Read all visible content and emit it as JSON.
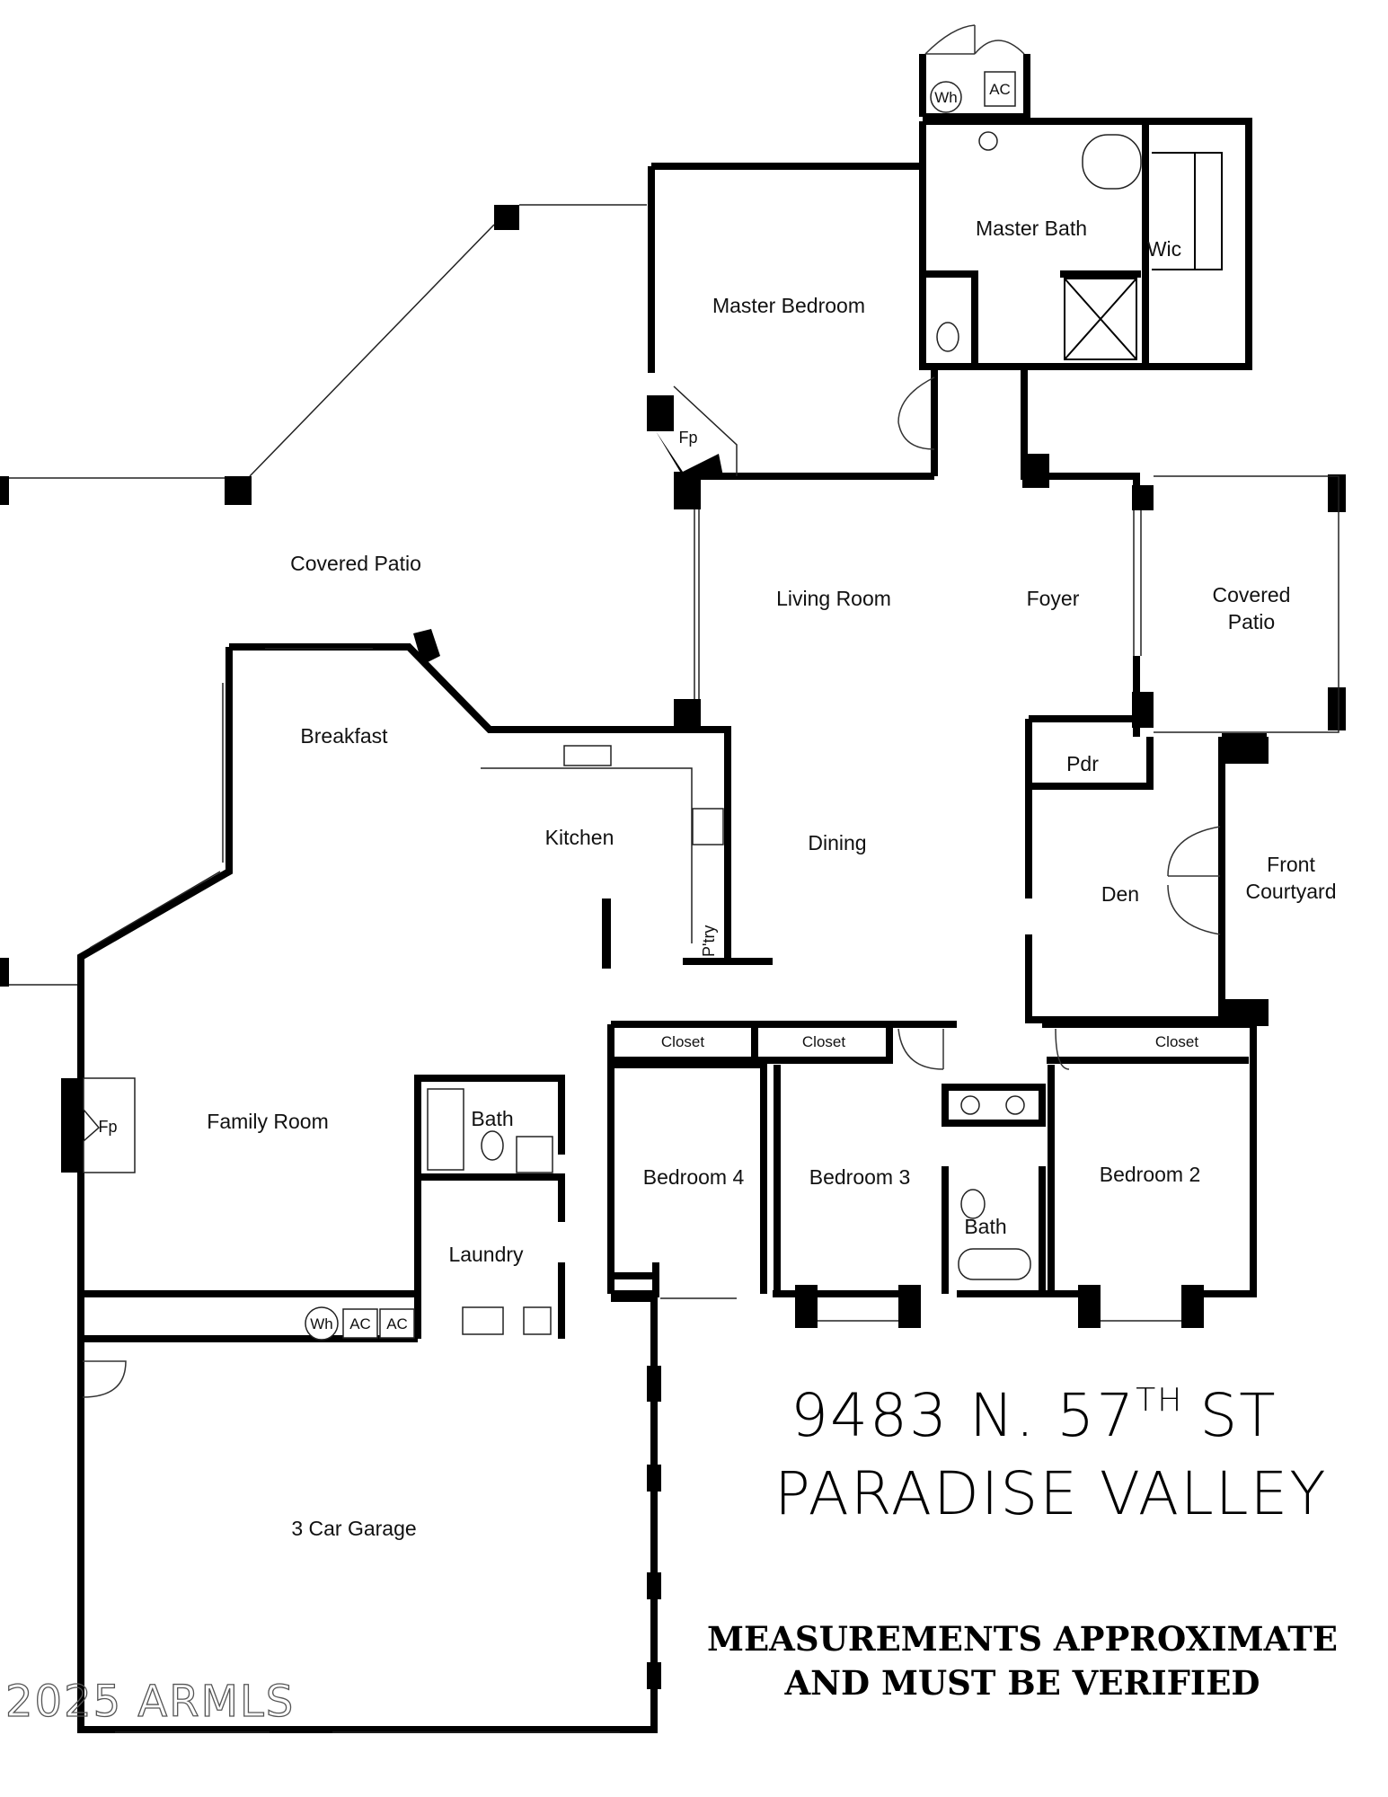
{
  "rooms": {
    "master_bedroom": "Master Bedroom",
    "master_bath": "Master Bath",
    "wic": "Wic",
    "fp_master": "Fp",
    "covered_patio_rear": "Covered Patio",
    "living_room": "Living Room",
    "foyer": "Foyer",
    "covered_patio_front_1": "Covered",
    "covered_patio_front_2": "Patio",
    "breakfast": "Breakfast",
    "kitchen": "Kitchen",
    "dining": "Dining",
    "pdr": "Pdr",
    "den": "Den",
    "front_courtyard_1": "Front",
    "front_courtyard_2": "Courtyard",
    "pantry": "P'try",
    "family_room": "Family Room",
    "fp_family": "Fp",
    "bath_family": "Bath",
    "laundry": "Laundry",
    "closet_4": "Closet",
    "closet_3": "Closet",
    "closet_2": "Closet",
    "bedroom_4": "Bedroom 4",
    "bedroom_3": "Bedroom 3",
    "bedroom_2": "Bedroom 2",
    "bath_hall": "Bath",
    "garage": "3 Car Garage"
  },
  "equipment": {
    "wh_top": "Wh",
    "ac_top": "AC",
    "wh_garage": "Wh",
    "ac_garage_1": "AC",
    "ac_garage_2": "AC"
  },
  "address": {
    "line1_number": "9483 N. 57",
    "line1_sup": "TH",
    "line1_street": "ST",
    "line2": "PARADISE VALLEY"
  },
  "notice": {
    "line1": "MEASUREMENTS APPROXIMATE",
    "line2": "AND MUST BE VERIFIED"
  },
  "watermark": "2025 ARMLS"
}
